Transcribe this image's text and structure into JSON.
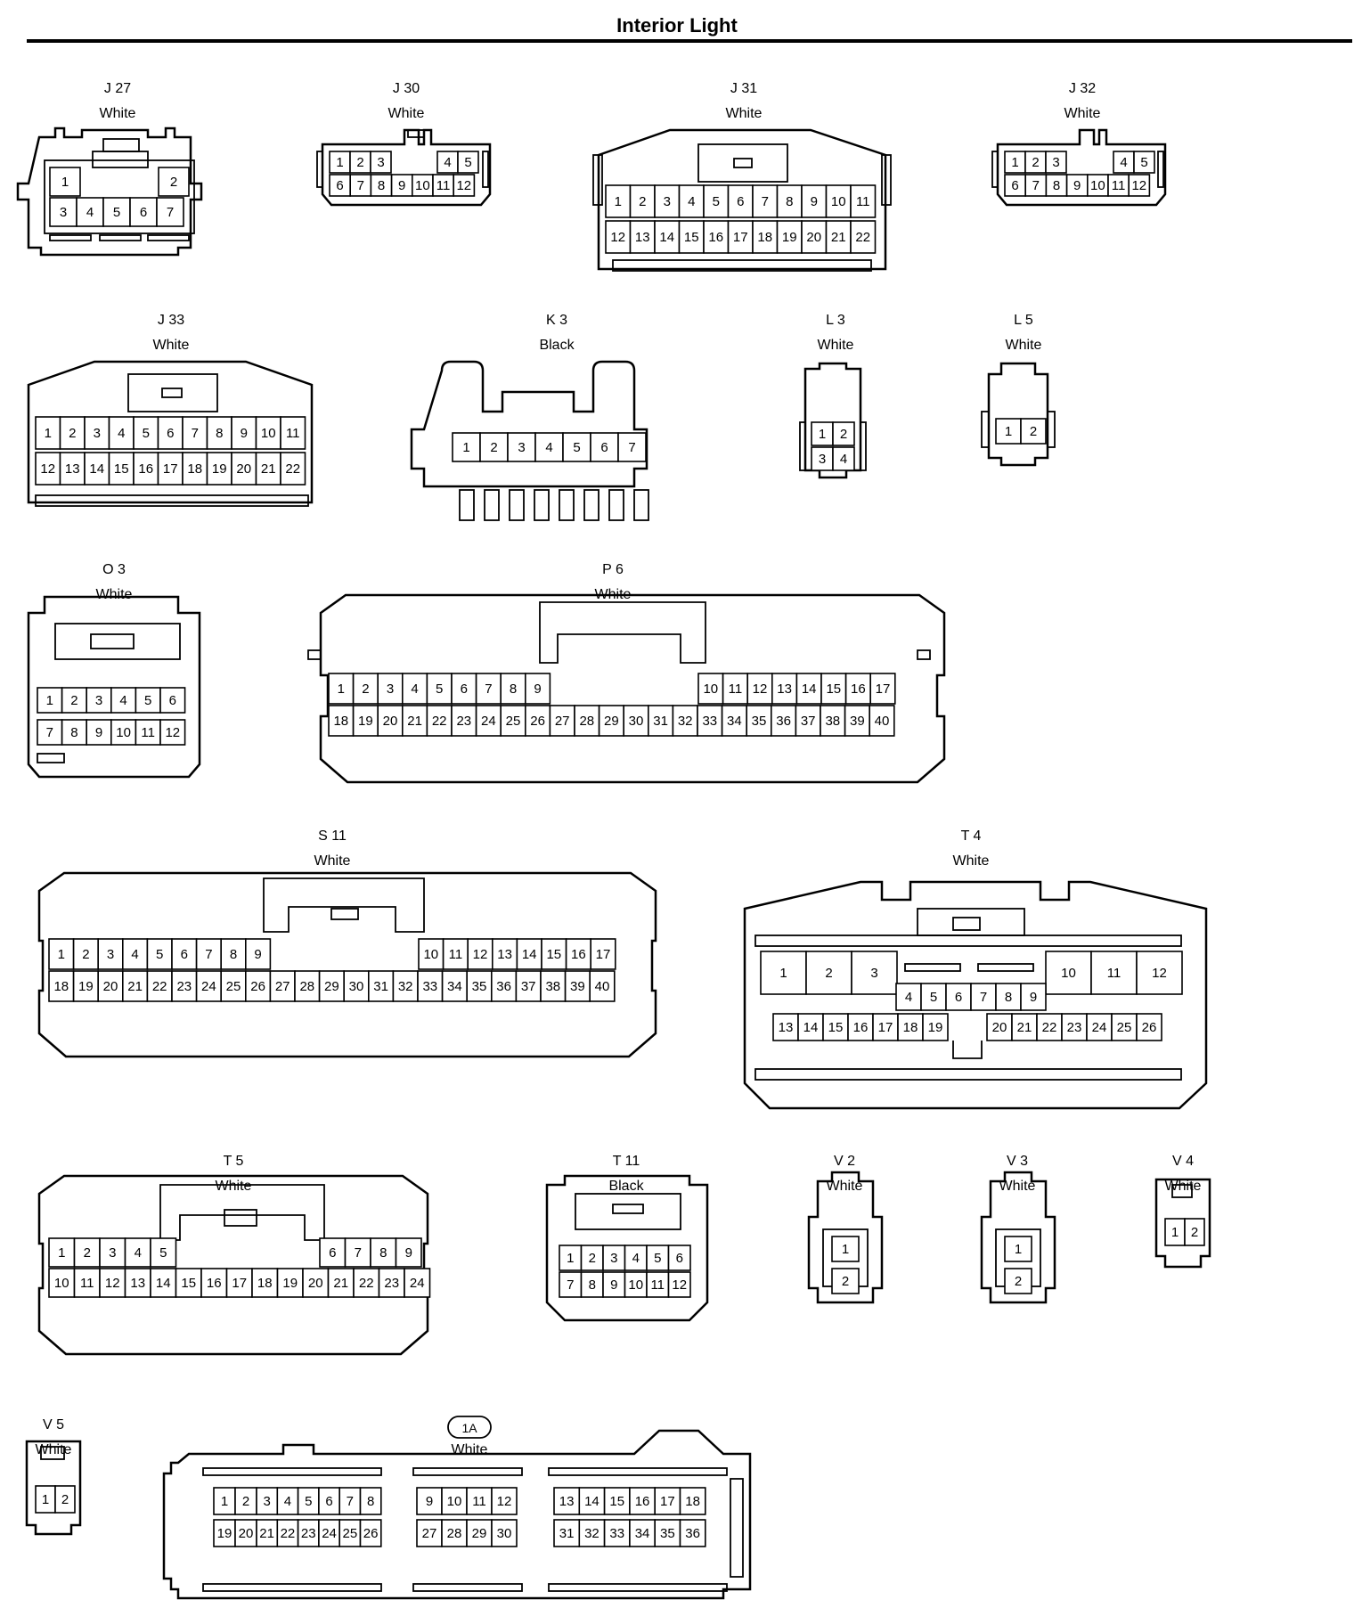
{
  "title": "Interior Light",
  "connectors": [
    {
      "id": "J 27",
      "color": "White",
      "rows": [
        [
          "1",
          "2"
        ],
        [
          "3",
          "4",
          "5",
          "6",
          "7"
        ]
      ]
    },
    {
      "id": "J 30",
      "color": "White",
      "rows": [
        [
          "1",
          "2",
          "3",
          "4",
          "5"
        ],
        [
          "6",
          "7",
          "8",
          "9",
          "10",
          "11",
          "12"
        ]
      ]
    },
    {
      "id": "J 31",
      "color": "White",
      "rows": [
        [
          "1",
          "2",
          "3",
          "4",
          "5",
          "6",
          "7",
          "8",
          "9",
          "10",
          "11"
        ],
        [
          "12",
          "13",
          "14",
          "15",
          "16",
          "17",
          "18",
          "19",
          "20",
          "21",
          "22"
        ]
      ]
    },
    {
      "id": "J 32",
      "color": "White",
      "rows": [
        [
          "1",
          "2",
          "3",
          "4",
          "5"
        ],
        [
          "6",
          "7",
          "8",
          "9",
          "10",
          "11",
          "12"
        ]
      ]
    },
    {
      "id": "J 33",
      "color": "White",
      "rows": [
        [
          "1",
          "2",
          "3",
          "4",
          "5",
          "6",
          "7",
          "8",
          "9",
          "10",
          "11"
        ],
        [
          "12",
          "13",
          "14",
          "15",
          "16",
          "17",
          "18",
          "19",
          "20",
          "21",
          "22"
        ]
      ]
    },
    {
      "id": "K 3",
      "color": "Black",
      "rows": [
        [
          "1",
          "2",
          "3",
          "4",
          "5",
          "6",
          "7"
        ]
      ]
    },
    {
      "id": "L 3",
      "color": "White",
      "rows": [
        [
          "1",
          "2"
        ],
        [
          "3",
          "4"
        ]
      ]
    },
    {
      "id": "L 5",
      "color": "White",
      "rows": [
        [
          "1",
          "2"
        ]
      ]
    },
    {
      "id": "O 3",
      "color": "White",
      "rows": [
        [
          "1",
          "2",
          "3",
          "4",
          "5",
          "6"
        ],
        [
          "7",
          "8",
          "9",
          "10",
          "11",
          "12"
        ]
      ]
    },
    {
      "id": "P 6",
      "color": "White",
      "rows": [
        [
          "1",
          "2",
          "3",
          "4",
          "5",
          "6",
          "7",
          "8",
          "9",
          "10",
          "11",
          "12",
          "13",
          "14",
          "15",
          "16",
          "17"
        ],
        [
          "18",
          "19",
          "20",
          "21",
          "22",
          "23",
          "24",
          "25",
          "26",
          "27",
          "28",
          "29",
          "30",
          "31",
          "32",
          "33",
          "34",
          "35",
          "36",
          "37",
          "38",
          "39",
          "40"
        ]
      ]
    },
    {
      "id": "S 11",
      "color": "White",
      "rows": [
        [
          "1",
          "2",
          "3",
          "4",
          "5",
          "6",
          "7",
          "8",
          "9",
          "10",
          "11",
          "12",
          "13",
          "14",
          "15",
          "16",
          "17"
        ],
        [
          "18",
          "19",
          "20",
          "21",
          "22",
          "23",
          "24",
          "25",
          "26",
          "27",
          "28",
          "29",
          "30",
          "31",
          "32",
          "33",
          "34",
          "35",
          "36",
          "37",
          "38",
          "39",
          "40"
        ]
      ]
    },
    {
      "id": "T 4",
      "color": "White",
      "rows": [
        [
          "1",
          "2",
          "3",
          "10",
          "11",
          "12"
        ],
        [
          "4",
          "5",
          "6",
          "7",
          "8",
          "9"
        ],
        [
          "13",
          "14",
          "15",
          "16",
          "17",
          "18",
          "19",
          "20",
          "21",
          "22",
          "23",
          "24",
          "25",
          "26"
        ]
      ]
    },
    {
      "id": "T 5",
      "color": "White",
      "rows": [
        [
          "1",
          "2",
          "3",
          "4",
          "5",
          "6",
          "7",
          "8",
          "9"
        ],
        [
          "10",
          "11",
          "12",
          "13",
          "14",
          "15",
          "16",
          "17",
          "18",
          "19",
          "20",
          "21",
          "22",
          "23",
          "24"
        ]
      ]
    },
    {
      "id": "T 11",
      "color": "Black",
      "rows": [
        [
          "1",
          "2",
          "3",
          "4",
          "5",
          "6"
        ],
        [
          "7",
          "8",
          "9",
          "10",
          "11",
          "12"
        ]
      ]
    },
    {
      "id": "V 2",
      "color": "White",
      "rows": [
        [
          "1"
        ],
        [
          "2"
        ]
      ]
    },
    {
      "id": "V 3",
      "color": "White",
      "rows": [
        [
          "1"
        ],
        [
          "2"
        ]
      ]
    },
    {
      "id": "V 4",
      "color": "White",
      "rows": [
        [
          "1",
          "2"
        ]
      ]
    },
    {
      "id": "V 5",
      "color": "White",
      "rows": [
        [
          "1",
          "2"
        ]
      ]
    },
    {
      "id": "1A",
      "color": "White",
      "rows": [
        [
          "1",
          "2",
          "3",
          "4",
          "5",
          "6",
          "7",
          "8",
          "9",
          "10",
          "11",
          "12",
          "13",
          "14",
          "15",
          "16",
          "17",
          "18"
        ],
        [
          "19",
          "20",
          "21",
          "22",
          "23",
          "24",
          "25",
          "26",
          "27",
          "28",
          "29",
          "30",
          "31",
          "32",
          "33",
          "34",
          "35",
          "36"
        ]
      ]
    }
  ]
}
